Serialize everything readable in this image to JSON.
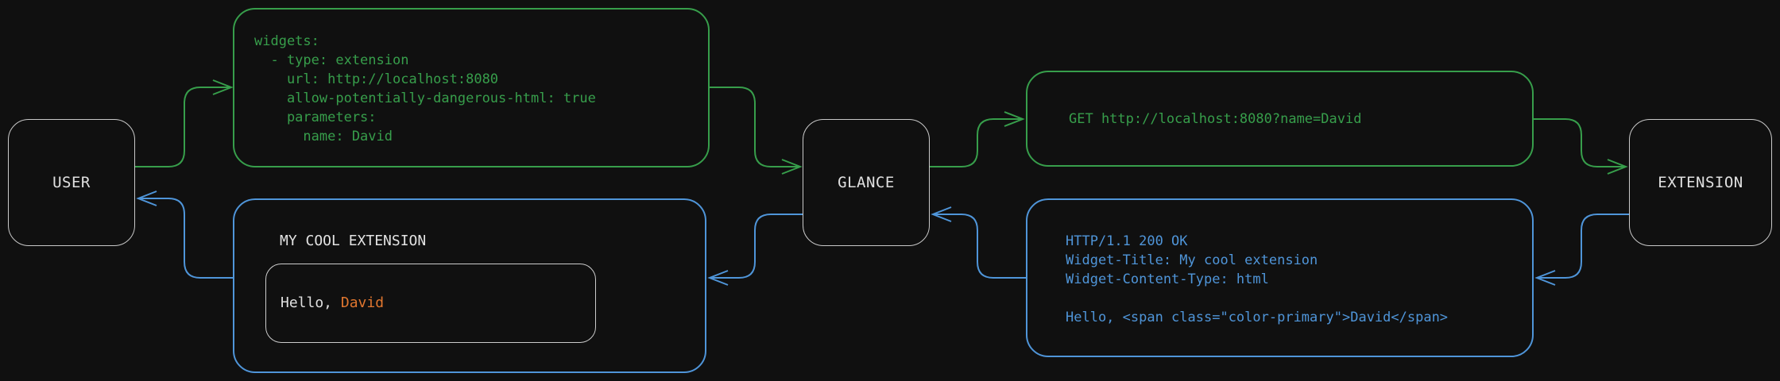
{
  "palette": {
    "bg": "#101010",
    "green": "#379e4b",
    "blue": "#4f95d9",
    "orange": "#e0762f",
    "node-border": "#c9c9c9",
    "node-text": "#e0e0e0"
  },
  "nodes": {
    "user": "USER",
    "glance": "GLANCE",
    "extension": "EXTENSION"
  },
  "yaml_box": {
    "lines": [
      "widgets:",
      "  - type: extension",
      "    url: http://localhost:8080",
      "    allow-potentially-dangerous-html: true",
      "    parameters:",
      "      name: David"
    ]
  },
  "get_box": {
    "text": "GET http://localhost:8080?name=David"
  },
  "http_box": {
    "lines": [
      "HTTP/1.1 200 OK",
      "Widget-Title: My cool extension",
      "Widget-Content-Type: html",
      "",
      "Hello, <span class=\"color-primary\">David</span>"
    ]
  },
  "widget_box": {
    "title": "MY COOL EXTENSION",
    "greeting_prefix": "Hello, ",
    "greeting_name": "David"
  }
}
